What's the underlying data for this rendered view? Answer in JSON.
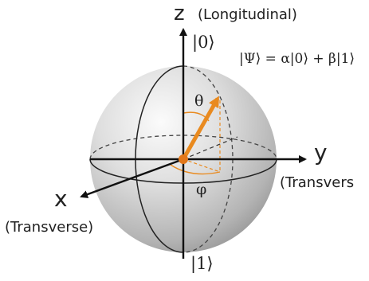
{
  "axes": {
    "z_letter": "z",
    "z_desc": "(Longitudinal)",
    "y_letter": "y",
    "y_desc": "(Transvers",
    "x_letter": "x",
    "x_desc": "(Transverse)"
  },
  "states": {
    "ket0": "|0⟩",
    "ket1": "|1⟩"
  },
  "angles": {
    "theta": "θ",
    "phi": "φ"
  },
  "equation": "|Ψ⟩ = α|0⟩ + β|1⟩",
  "colors": {
    "vector": "#e98a1f",
    "sphere_light": "#f4f4f4",
    "sphere_dark": "#9a9a9a",
    "axis": "#111111"
  }
}
